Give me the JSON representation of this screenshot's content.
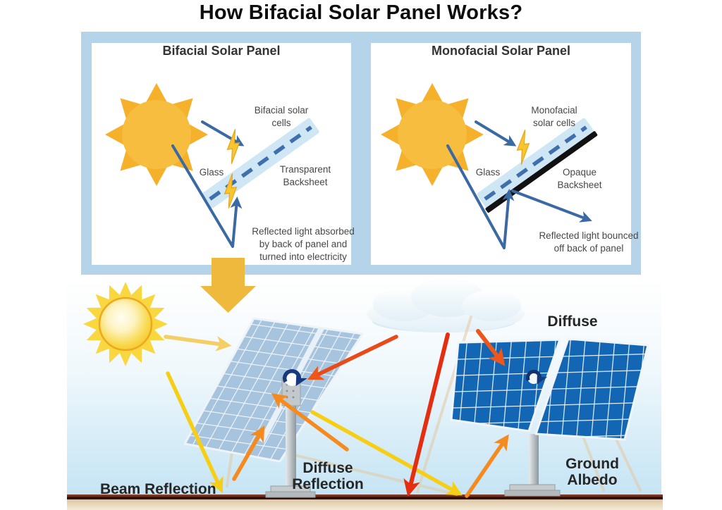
{
  "page": {
    "title": "How Bifacial Solar Panel Works?"
  },
  "comparison": {
    "bifacial": {
      "title": "Bifacial Solar Panel",
      "cells_label": "Bifacial solar cells",
      "glass_label": "Glass",
      "backsheet_label": "Transparent Backsheet",
      "note": "Reflected light absorbed by back of panel and turned into electricity"
    },
    "monofacial": {
      "title": "Monofacial Solar Panel",
      "cells_label": "Monofacial solar cells",
      "glass_label": "Glass",
      "backsheet_label": "Opaque Backsheet",
      "note": "Reflected light bounced off back of panel"
    }
  },
  "scene": {
    "labels": {
      "beam_reflection": "Beam Reflection",
      "diffuse_reflection": "Diffuse Reflection",
      "ground_albedo": "Ground Albedo",
      "diffuse": "Diffuse"
    }
  },
  "colors": {
    "frame_blue": "#b6d4e9",
    "sun_gold": "#f5b12b",
    "arrow_blue": "#3a69a4",
    "glass_blue": "#cfe7f5",
    "cell_dash_blue": "#3f6fad",
    "bolt_yellow": "#f6c531",
    "backsheet_black": "#111111",
    "down_arrow_gold": "#eeb93c",
    "sky_blue": "#cfe9f6",
    "ground_tan": "#e9d7b8",
    "panel_light_blue": "#a7c4de",
    "panel_dark_blue": "#1266b4",
    "arrow_yellow": "#f7ce16",
    "arrow_orange": "#f58a1e",
    "arrow_red": "#e52e10",
    "hub_navy": "#16387c",
    "title_black": "#0d0d0d",
    "label_gray": "#474747"
  }
}
